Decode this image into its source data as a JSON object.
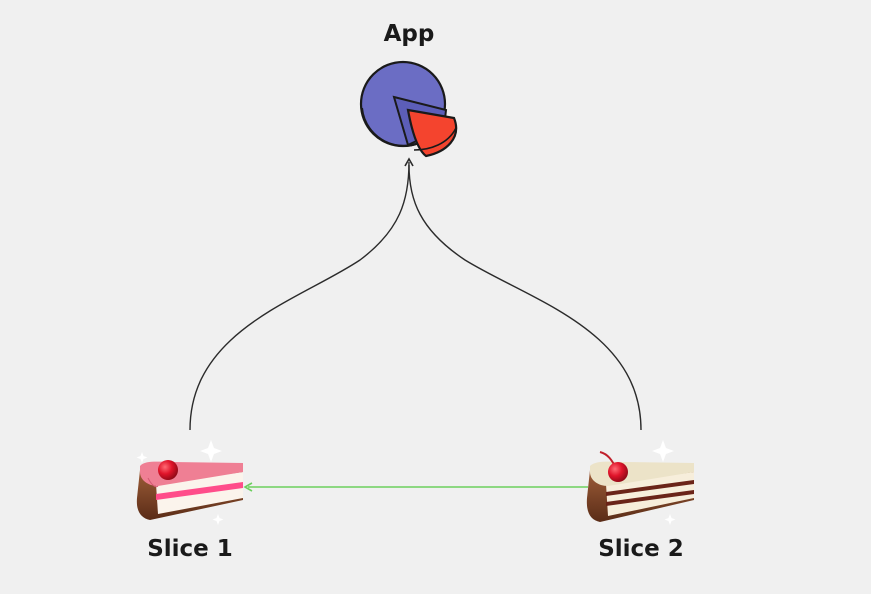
{
  "nodes": {
    "app": {
      "label": "App",
      "icon": "pie-chart-icon"
    },
    "slice1": {
      "label": "Slice 1",
      "icon": "cake-slice-icon"
    },
    "slice2": {
      "label": "Slice 2",
      "icon": "cake-slice-icon"
    }
  },
  "edges": [
    {
      "from": "slice1",
      "to": "app",
      "color": "#2b2b2b"
    },
    {
      "from": "slice2",
      "to": "app",
      "color": "#2b2b2b"
    },
    {
      "from": "slice2",
      "to": "slice1",
      "color": "#6ccf5e"
    }
  ],
  "colors": {
    "background": "#f0f0f0",
    "pie_main": "#6b6dc4",
    "pie_slice": "#f4442e",
    "slice1_frosting": "#ef7f94",
    "slice2_frosting": "#ece3c8",
    "cake_brown": "#8a4b2a",
    "cherry": "#e0142a"
  }
}
